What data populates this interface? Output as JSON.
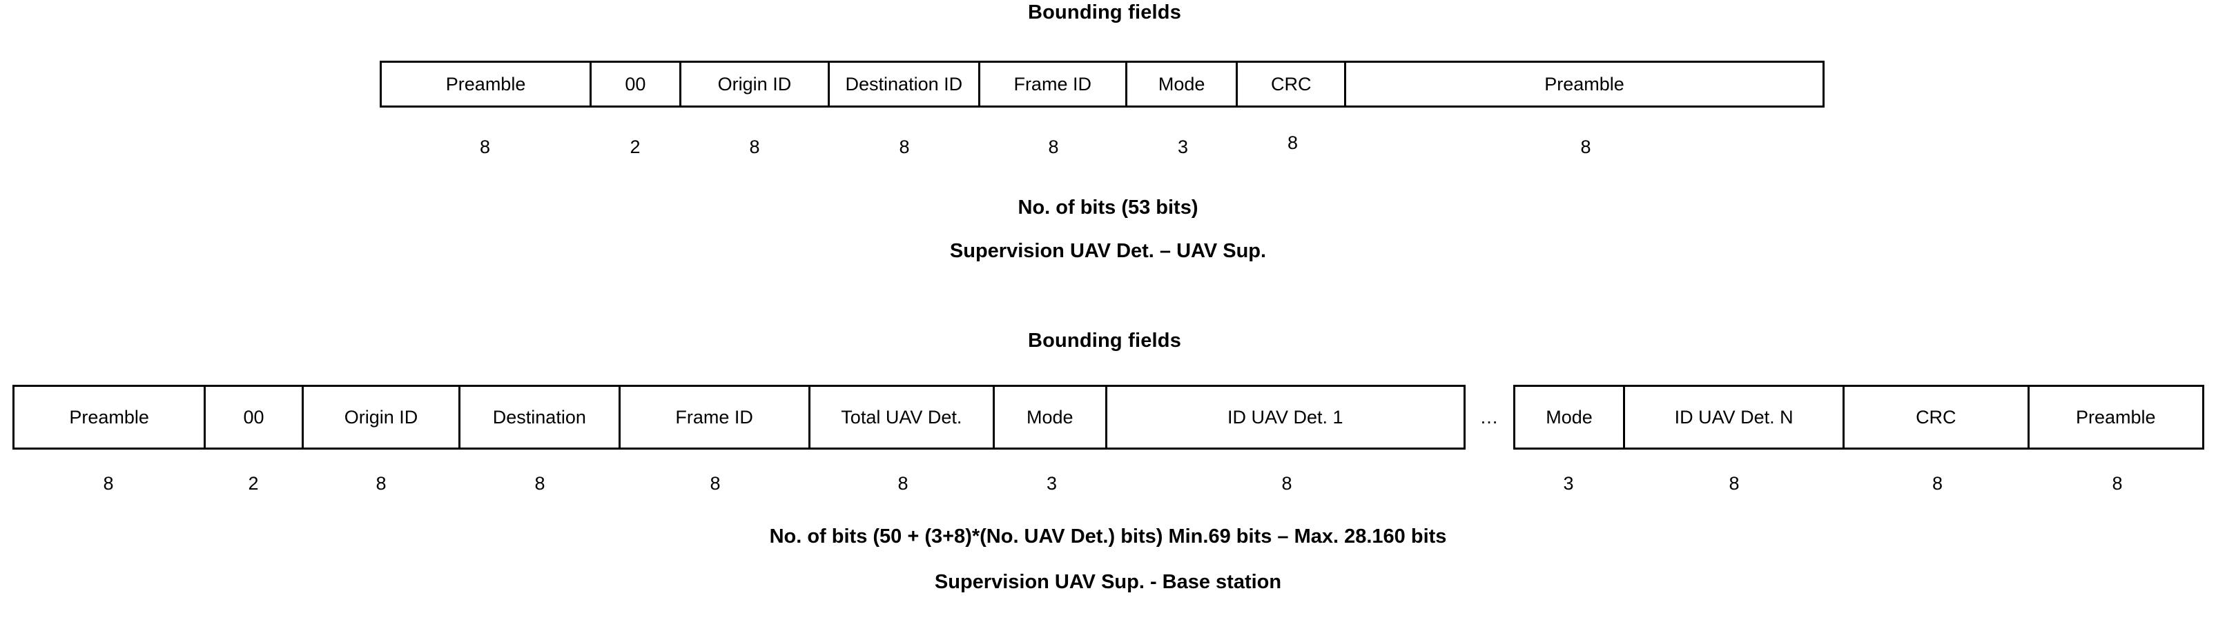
{
  "figure": {
    "background_color": "#ffffff",
    "line_color": "#000000",
    "text_color": "#000000"
  },
  "frame1": {
    "heading": "Bounding fields",
    "cells": [
      {
        "label": "Preamble",
        "bits": "8"
      },
      {
        "label": "00",
        "bits": "2"
      },
      {
        "label": "Origin ID",
        "bits": "8"
      },
      {
        "label": "Destination  ID",
        "bits": "8"
      },
      {
        "label": "Frame ID",
        "bits": "8"
      },
      {
        "label": "Mode",
        "bits": "3"
      },
      {
        "label": "CRC",
        "bits": "8"
      },
      {
        "label": "Preamble",
        "bits": "8"
      }
    ],
    "total_caption": "No. of bits (53 bits)",
    "link_caption": "Supervision UAV Det. – UAV Sup."
  },
  "frame2": {
    "heading": "Bounding fields",
    "cells_left": [
      {
        "label": "Preamble",
        "bits": "8"
      },
      {
        "label": "00",
        "bits": "2"
      },
      {
        "label": "Origin ID",
        "bits": "8"
      },
      {
        "label": "Destination",
        "bits": "8"
      },
      {
        "label": "Frame ID",
        "bits": "8"
      },
      {
        "label": "Total UAV Det.",
        "bits": "8"
      },
      {
        "label": "Mode",
        "bits": "3"
      },
      {
        "label": "ID UAV Det. 1",
        "bits": "8"
      }
    ],
    "ellipsis": "…",
    "cells_right": [
      {
        "label": "Mode",
        "bits": "3"
      },
      {
        "label": "ID UAV Det. N",
        "bits": "8"
      },
      {
        "label": "CRC",
        "bits": "8"
      },
      {
        "label": "Preamble",
        "bits": "8"
      }
    ],
    "total_caption": "No. of bits (50 + (3+8)*(No. UAV Det.)  bits) Min.69 bits – Max. 28.160 bits",
    "link_caption": "Supervision UAV Sup. - Base station"
  }
}
